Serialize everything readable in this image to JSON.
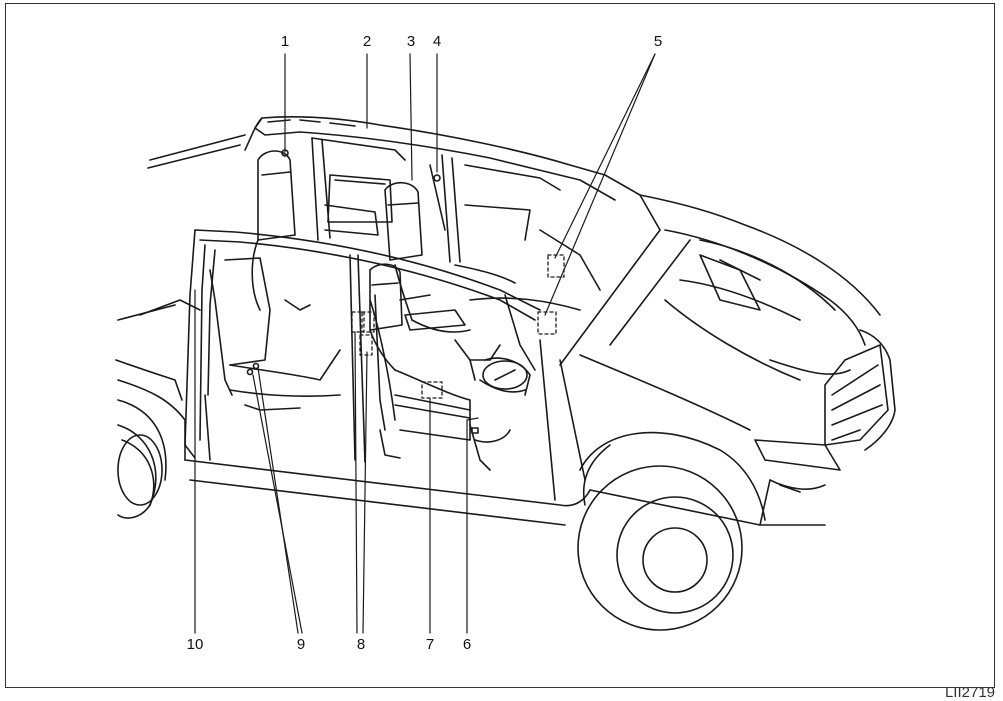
{
  "figure_code": "LII2719",
  "callouts": {
    "c1": "1",
    "c2": "2",
    "c3": "3",
    "c4": "4",
    "c5": "5",
    "c6": "6",
    "c7": "7",
    "c8": "8",
    "c9": "9",
    "c10": "10"
  },
  "colors": {
    "line": "#1a1a1a",
    "background": "#ffffff"
  }
}
